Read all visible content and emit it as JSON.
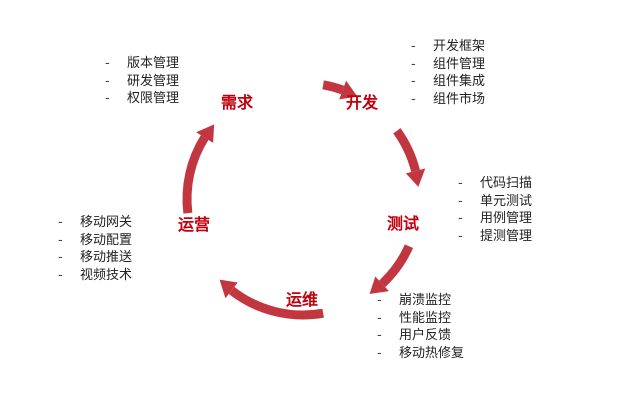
{
  "colors": {
    "stage_text": "#c0000e",
    "arrow": "#c2373f"
  },
  "stages": [
    {
      "label": "需求",
      "items": [
        "版本管理",
        "研发管理",
        "权限管理"
      ]
    },
    {
      "label": "开发",
      "items": [
        "开发框架",
        "组件管理",
        "组件集成",
        "组件市场"
      ]
    },
    {
      "label": "测试",
      "items": [
        "代码扫描",
        "单元测试",
        "用例管理",
        "提测管理"
      ]
    },
    {
      "label": "运维",
      "items": [
        "崩溃监控",
        "性能监控",
        "用户反馈",
        "移动热修复"
      ]
    },
    {
      "label": "运营",
      "items": [
        "移动网关",
        "移动配置",
        "移动推送",
        "视频技术"
      ]
    }
  ]
}
